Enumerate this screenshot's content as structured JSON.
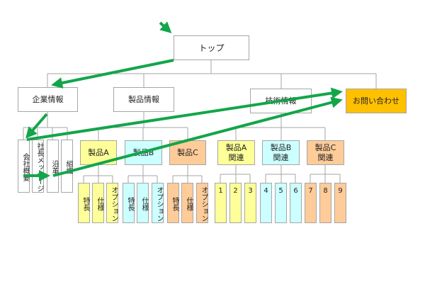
{
  "top": "トップ",
  "level1": [
    "企業情報",
    "製品情報",
    "技術情報",
    "お問い合わせ"
  ],
  "company_pages": [
    "会社概要",
    "社長メッセージ",
    "沿革",
    "組織"
  ],
  "products": [
    "製品A",
    "製品B",
    "製品C"
  ],
  "product_pages": [
    "特長",
    "仕様",
    "オプション"
  ],
  "tech_groups": [
    "製品A\n関連",
    "製品B\n関連",
    "製品C\n関連"
  ],
  "tech_pages": [
    "1",
    "2",
    "3",
    "4",
    "5",
    "6",
    "7",
    "8",
    "9"
  ],
  "colors": {
    "product_a": "#ffff99",
    "product_b": "#ccffff",
    "product_c": "#ffcc99",
    "contact": "#ffc000",
    "arrow": "#13a54a",
    "line": "#a6a6a6"
  }
}
